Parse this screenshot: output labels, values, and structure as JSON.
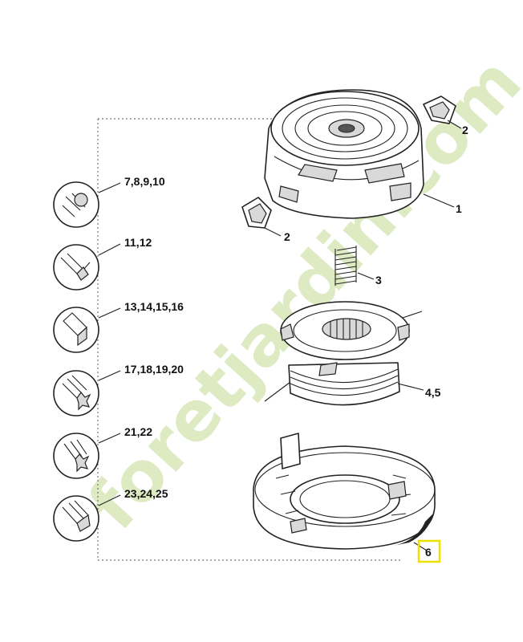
{
  "diagram": {
    "callouts": {
      "p1": "1",
      "p2a": "2",
      "p2b": "2",
      "p3": "3",
      "p45": "4,5",
      "p6": "6"
    },
    "line_types": [
      {
        "label": "7,8,9,10",
        "icon": "round-line-icon"
      },
      {
        "label": "11,12",
        "icon": "twisted-line-icon"
      },
      {
        "label": "13,14,15,16",
        "icon": "square-line-icon"
      },
      {
        "label": "17,18,19,20",
        "icon": "star-line-icon"
      },
      {
        "label": "21,22",
        "icon": "star-twist-line-icon"
      },
      {
        "label": "23,24,25",
        "icon": "blade-line-icon"
      }
    ],
    "highlight_color": "#f0e000"
  },
  "watermark": {
    "text": "foretjardin.com",
    "color": "#b5d27a"
  }
}
